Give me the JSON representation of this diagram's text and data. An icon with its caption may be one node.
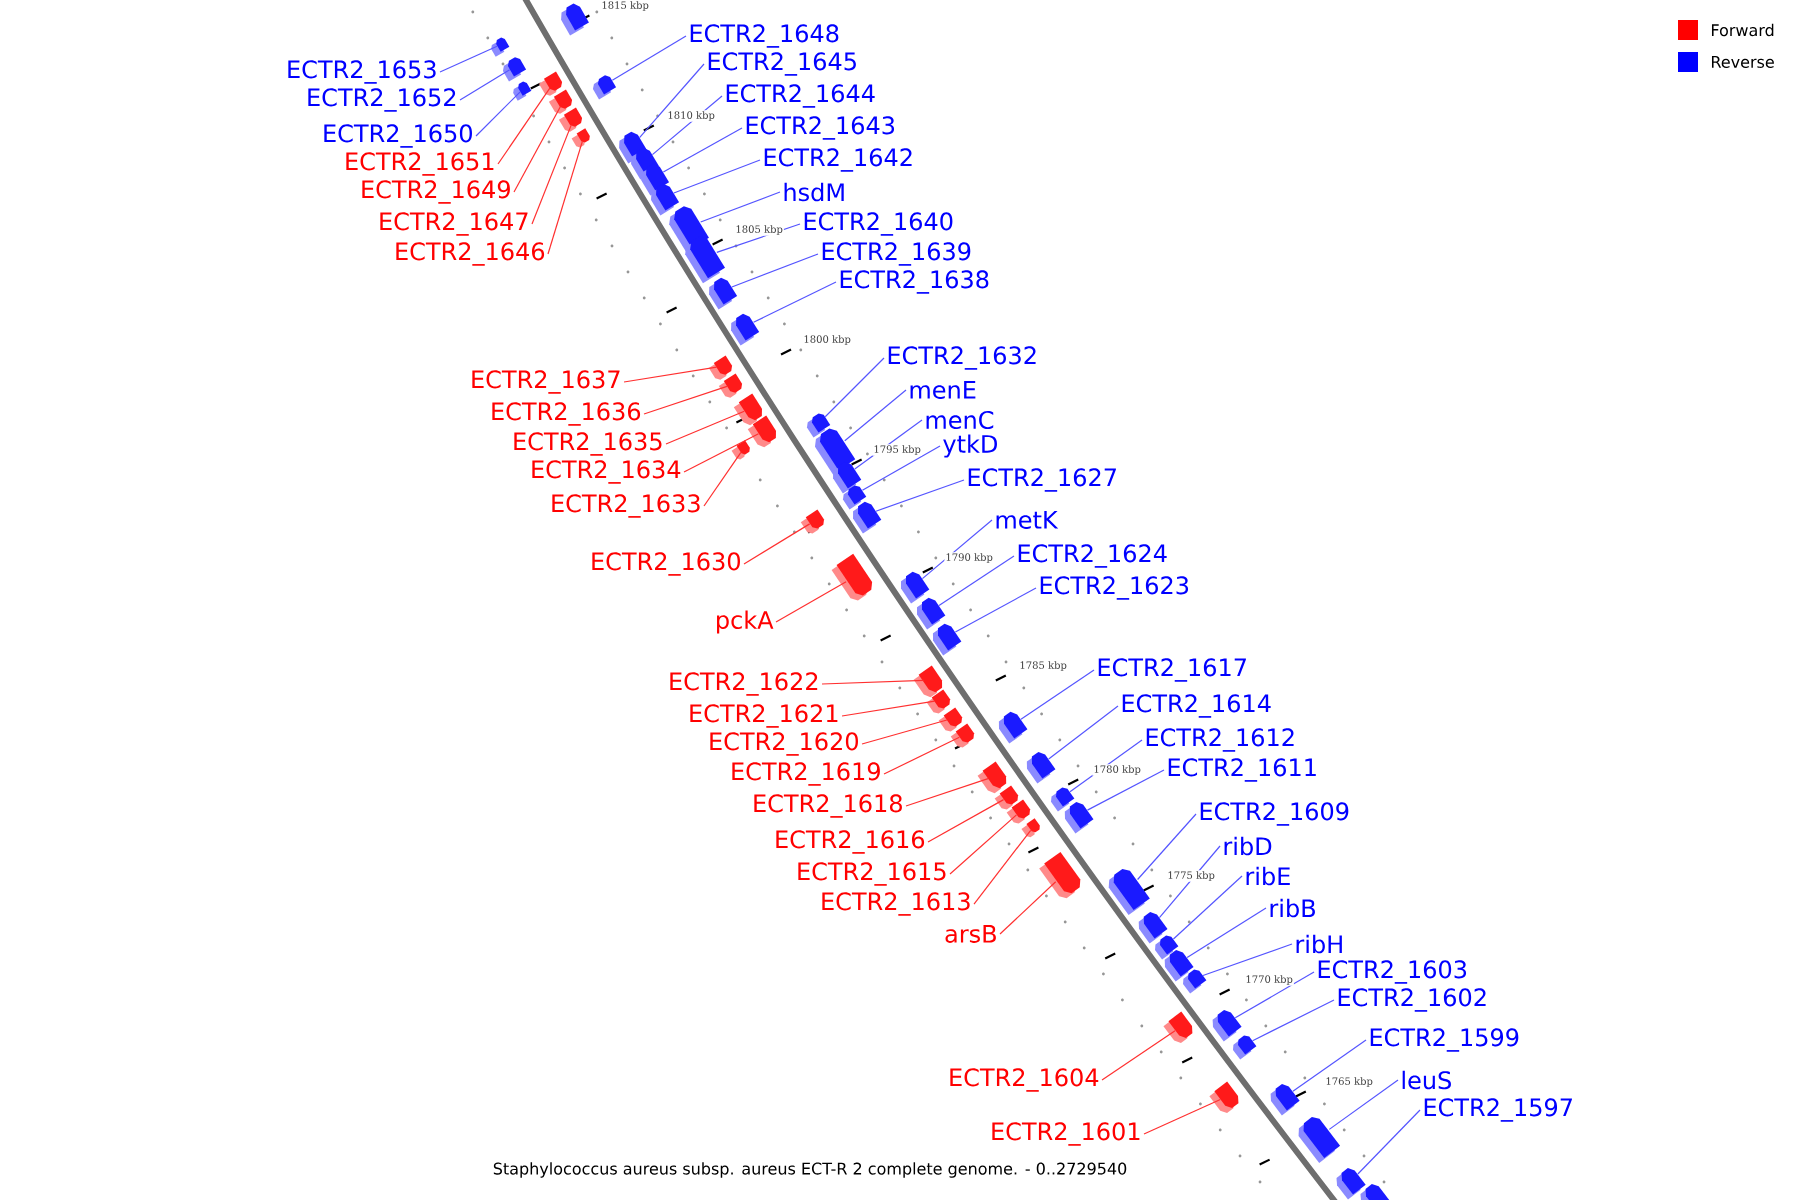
{
  "diagram": {
    "caption": "Staphylococcus aureus subsp. aureus ECT-R 2 complete genome. - 0..2729540",
    "nodes": [
      {
        "text": [],
        "shape": "box"
      },
      {
        "text": [
          "ECTR2_1653"
        ]
      },
      {
        "text": [],
        "shape": "box"
      },
      {
        "text": [
          "ECTR2_1652"
        ]
      },
      {
        "text": [],
        "shape": "box"
      },
      {
        "text": [
          "ECTR2_1650"
        ]
      },
      {
        "text": [],
        "shape": "box"
      },
      {
        "text": [
          "ECTR2_1651"
        ]
      },
      {
        "text": [],
        "shape": "box"
      },
      {
        "text": [
          "ECTR2_1649"
        ]
      },
      {
        "text": [],
        "shape": "box"
      },
      {
        "text": [
          "ECTR2_1647"
        ]
      },
      {
        "text": [],
        "shape": "box"
      },
      {
        "text": [
          "ECTR2_1646"
        ]
      },
      {
        "text": [],
        "shape": "box"
      },
      {
        "text": [
          "ECTR2_1648"
        ]
      },
      {
        "text": [],
        "shape": "box"
      },
      {
        "text": [
          "ECTR2_1645"
        ]
      },
      {
        "text": [],
        "shape": "box"
      },
      {
        "text": [
          "ECTR2_1644"
        ]
      },
      {
        "text": [],
        "shape": "box"
      },
      {
        "text": [
          "ECTR2_1643"
        ]
      },
      {
        "text": [],
        "shape": "box"
      },
      {
        "text": [
          "ECTR2_1642"
        ]
      },
      {
        "text": [],
        "shape": "box"
      },
      {
        "text": [
          "hsdM"
        ]
      },
      {
        "text": [],
        "shape": "box"
      },
      {
        "text": [
          "ECTR2_1640"
        ]
      },
      {
        "text": [],
        "shape": "box"
      },
      {
        "text": [
          "ECTR2_1639"
        ]
      },
      {
        "text": [],
        "shape": "box"
      },
      {
        "text": [
          "ECTR2_1638"
        ]
      },
      {
        "text": [],
        "shape": "box"
      },
      {
        "text": [
          "ECTR2_1637"
        ]
      },
      {
        "text": [],
        "shape": "box"
      },
      {
        "text": [
          "ECTR2_1636"
        ]
      },
      {
        "text": [],
        "shape": "box"
      },
      {
        "text": [
          "ECTR2_1635"
        ]
      },
      {
        "text": [],
        "shape": "box"
      },
      {
        "text": [
          "ECTR2_1634"
        ]
      },
      {
        "text": [],
        "shape": "box"
      },
      {
        "text": [
          "ECTR2_1633"
        ]
      },
      {
        "text": [],
        "shape": "box"
      },
      {
        "text": [
          "ECTR2_1632"
        ]
      },
      {
        "text": [],
        "shape": "box"
      },
      {
        "text": [
          "menE"
        ]
      },
      {
        "text": [],
        "shape": "box"
      },
      {
        "text": [
          "menC"
        ]
      },
      {
        "text": [],
        "shape": "box"
      },
      {
        "text": [
          "ytkD"
        ]
      },
      {
        "text": [],
        "shape": "box"
      },
      {
        "text": [
          "ECTR2_1627"
        ]
      },
      {
        "text": [],
        "shape": "box"
      },
      {
        "text": [
          "ECTR2_1630"
        ]
      },
      {
        "text": [],
        "shape": "box"
      },
      {
        "text": [
          "pckA"
        ]
      },
      {
        "text": [],
        "shape": "box"
      },
      {
        "text": [
          "metK"
        ]
      },
      {
        "text": [],
        "shape": "box"
      },
      {
        "text": [
          "ECTR2_1624"
        ]
      },
      {
        "text": [],
        "shape": "box"
      },
      {
        "text": [
          "ECTR2_1623"
        ]
      },
      {
        "text": [],
        "shape": "box"
      },
      {
        "text": [
          "ECTR2_1622"
        ]
      },
      {
        "text": [],
        "shape": "box"
      },
      {
        "text": [
          "ECTR2_1621"
        ]
      },
      {
        "text": [],
        "shape": "box"
      },
      {
        "text": [
          "ECTR2_1620"
        ]
      },
      {
        "text": [],
        "shape": "box"
      },
      {
        "text": [
          "ECTR2_1619"
        ]
      },
      {
        "text": [],
        "shape": "box"
      },
      {
        "text": [
          "ECTR2_1618"
        ]
      },
      {
        "text": [],
        "shape": "box"
      },
      {
        "text": [
          "ECTR2_1616"
        ]
      },
      {
        "text": [],
        "shape": "box"
      },
      {
        "text": [
          "ECTR2_1615"
        ]
      },
      {
        "text": [],
        "shape": "box"
      },
      {
        "text": [
          "ECTR2_1613"
        ]
      },
      {
        "text": [],
        "shape": "box"
      },
      {
        "text": [
          "arsB"
        ]
      },
      {
        "text": [],
        "shape": "box"
      },
      {
        "text": [
          "ECTR2_1617"
        ]
      },
      {
        "text": [],
        "shape": "box"
      },
      {
        "text": [
          "ECTR2_1614"
        ]
      },
      {
        "text": [],
        "shape": "box"
      },
      {
        "text": [
          "ECTR2_1612"
        ]
      },
      {
        "text": [],
        "shape": "box"
      },
      {
        "text": [
          "ECTR2_1611"
        ]
      },
      {
        "text": [],
        "shape": "box"
      },
      {
        "text": [
          "ECTR2_1609"
        ]
      },
      {
        "text": [],
        "shape": "box"
      },
      {
        "text": [
          "ribD"
        ]
      },
      {
        "text": [],
        "shape": "box"
      },
      {
        "text": [
          "ribE"
        ]
      },
      {
        "text": [],
        "shape": "box"
      },
      {
        "text": [
          "ribB"
        ]
      },
      {
        "text": [],
        "shape": "box"
      },
      {
        "text": [
          "ribH"
        ]
      },
      {
        "text": [],
        "shape": "box"
      },
      {
        "text": [
          "ECTR2_1603"
        ]
      },
      {
        "text": [],
        "shape": "box"
      },
      {
        "text": [
          "ECTR2_1602"
        ]
      },
      {
        "text": [],
        "shape": "box"
      },
      {
        "text": [
          "ECTR2_1604"
        ]
      },
      {
        "text": [],
        "shape": "box"
      },
      {
        "text": [
          "ECTR2_1601"
        ]
      },
      {
        "text": [],
        "shape": "box"
      },
      {
        "text": [
          "ECTR2_1599"
        ]
      },
      {
        "text": [],
        "shape": "box"
      },
      {
        "text": [
          "leuS"
        ]
      },
      {
        "text": [],
        "shape": "box"
      },
      {
        "text": [
          "ECTR2_1597"
        ]
      },
      {
        "text": [],
        "shape": "box"
      },
      {
        "text": [],
        "shape": "box"
      }
    ],
    "edges": [
      {
        "from": 1,
        "to": 2,
        "arrow": "none"
      },
      {
        "from": 3,
        "to": 4,
        "arrow": "none"
      },
      {
        "from": 5,
        "to": 6,
        "arrow": "none"
      },
      {
        "from": 7,
        "to": 8,
        "arrow": "none",
        "color": "#ff3030"
      },
      {
        "from": 9,
        "to": 10,
        "arrow": "none",
        "color": "#ff3030"
      },
      {
        "from": 11,
        "to": 12,
        "arrow": "none",
        "color": "#ff3030"
      },
      {
        "from": 13,
        "to": 14,
        "arrow": "none",
        "color": "#ff3030"
      },
      {
        "from": 15,
        "to": 16,
        "arrow": "none"
      },
      {
        "from": 17,
        "to": 18,
        "arrow": "none"
      },
      {
        "from": 19,
        "to": 20,
        "arrow": "none"
      },
      {
        "from": 21,
        "to": 22,
        "arrow": "none"
      },
      {
        "from": 23,
        "to": 24,
        "arrow": "none"
      },
      {
        "from": 25,
        "to": 26,
        "arrow": "none"
      },
      {
        "from": 27,
        "to": 28,
        "arrow": "none"
      },
      {
        "from": 29,
        "to": 30,
        "arrow": "none"
      },
      {
        "from": 31,
        "to": 32,
        "arrow": "none"
      },
      {
        "from": 33,
        "to": 34,
        "arrow": "none",
        "color": "#ff3030"
      },
      {
        "from": 35,
        "to": 36,
        "arrow": "none",
        "color": "#ff3030"
      },
      {
        "from": 37,
        "to": 38,
        "arrow": "none",
        "color": "#ff3030"
      },
      {
        "from": 39,
        "to": 40,
        "arrow": "none",
        "color": "#ff3030"
      },
      {
        "from": 41,
        "to": 42,
        "arrow": "none",
        "color": "#ff3030"
      },
      {
        "from": 43,
        "to": 44,
        "arrow": "none"
      },
      {
        "from": 45,
        "to": 46,
        "arrow": "none"
      },
      {
        "from": 47,
        "to": 48,
        "arrow": "none"
      },
      {
        "from": 49,
        "to": 50,
        "arrow": "none"
      },
      {
        "from": 51,
        "to": 52,
        "arrow": "none"
      },
      {
        "from": 53,
        "to": 54,
        "arrow": "none",
        "color": "#ff3030"
      },
      {
        "from": 55,
        "to": 56,
        "arrow": "none",
        "color": "#ff3030"
      },
      {
        "from": 57,
        "to": 58,
        "arrow": "none"
      },
      {
        "from": 59,
        "to": 60,
        "arrow": "none"
      },
      {
        "from": 61,
        "to": 62,
        "arrow": "none"
      },
      {
        "from": 63,
        "to": 64,
        "arrow": "none",
        "color": "#ff3030"
      },
      {
        "from": 65,
        "to": 66,
        "arrow": "none",
        "color": "#ff3030"
      },
      {
        "from": 67,
        "to": 68,
        "arrow": "none",
        "color": "#ff3030"
      },
      {
        "from": 69,
        "to": 70,
        "arrow": "none",
        "color": "#ff3030"
      },
      {
        "from": 71,
        "to": 72,
        "arrow": "none",
        "color": "#ff3030"
      },
      {
        "from": 73,
        "to": 74,
        "arrow": "none",
        "color": "#ff3030"
      },
      {
        "from": 75,
        "to": 76,
        "arrow": "none",
        "color": "#ff3030"
      },
      {
        "from": 77,
        "to": 78,
        "arrow": "none",
        "color": "#ff3030"
      },
      {
        "from": 79,
        "to": 80,
        "arrow": "none",
        "color": "#ff3030"
      },
      {
        "from": 81,
        "to": 82,
        "arrow": "none"
      },
      {
        "from": 83,
        "to": 84,
        "arrow": "none"
      },
      {
        "from": 85,
        "to": 86,
        "arrow": "none"
      },
      {
        "from": 87,
        "to": 88,
        "arrow": "none"
      },
      {
        "from": 89,
        "to": 90,
        "arrow": "none"
      },
      {
        "from": 91,
        "to": 92,
        "arrow": "none"
      },
      {
        "from": 93,
        "to": 94,
        "arrow": "none"
      },
      {
        "from": 95,
        "to": 96,
        "arrow": "none"
      },
      {
        "from": 97,
        "to": 98,
        "arrow": "none"
      },
      {
        "from": 99,
        "to": 100,
        "arrow": "none"
      },
      {
        "from": 101,
        "to": 102,
        "arrow": "none"
      },
      {
        "from": 103,
        "to": 104,
        "arrow": "none",
        "color": "#ff3030"
      },
      {
        "from": 105,
        "to": 106,
        "arrow": "none",
        "color": "#ff3030"
      },
      {
        "from": 107,
        "to": 108,
        "arrow": "none"
      },
      {
        "from": 109,
        "to": 110,
        "arrow": "none"
      },
      {
        "from": 111,
        "to": 112,
        "arrow": "none"
      }
    ],
    "labels": [
      "1815 kbp",
      "1810 kbp",
      "1805 kbp",
      "1800 kbp",
      "1795 kbp",
      "1790 kbp",
      "1785 kbp",
      "1780 kbp",
      "1775 kbp",
      "1770 kbp",
      "1765 kbp"
    ],
    "legend": [
      {
        "text": "Forward",
        "color": "#ff0000"
      },
      {
        "text": "Reverse",
        "color": "#0000ff"
      }
    ]
  }
}
